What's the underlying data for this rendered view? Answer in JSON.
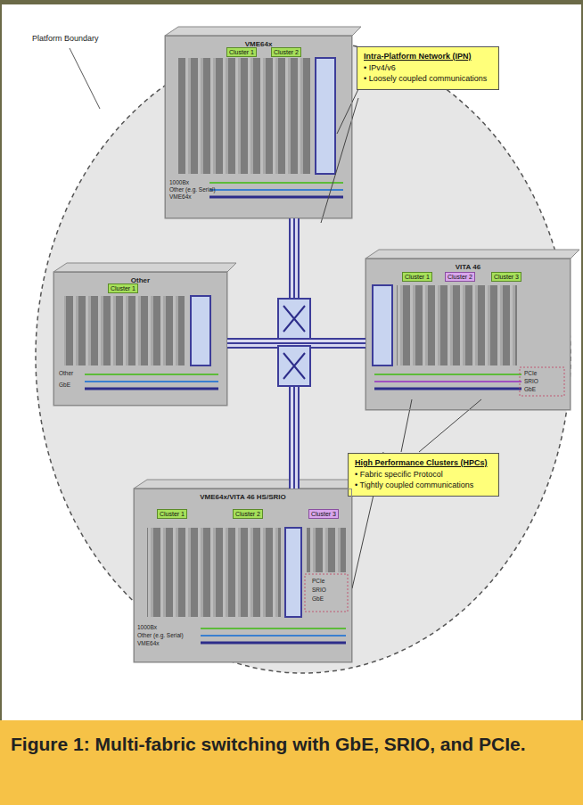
{
  "diagram": {
    "caption": "Figure 1: Multi-fabric switching with GbE, SRIO, and PCIe.",
    "nodes": [
      {
        "text": [
          "VME64x"
        ]
      },
      {
        "text": [
          "Cluster 1"
        ],
        "in": 0
      },
      {
        "text": [
          "Cluster 2"
        ],
        "in": 0
      },
      {
        "text": [
          "Intra-Platform Network (IPN)",
          "• IPv4/v6",
          "• Loosely coupled communications"
        ]
      },
      {
        "text": [
          "Other"
        ]
      },
      {
        "text": [
          "Cluster 1"
        ],
        "in": 4
      },
      {
        "text": [
          "VITA 46"
        ]
      },
      {
        "text": [
          "Cluster 1"
        ],
        "in": 6
      },
      {
        "text": [
          "Cluster 2"
        ],
        "in": 6
      },
      {
        "text": [
          "Cluster 3"
        ],
        "in": 6
      },
      {
        "text": [
          "High Performance Clusters (HPCs)",
          "• Fabric specific Protocol",
          "• Tightly coupled communications"
        ]
      },
      {
        "text": [
          "VME64x/VITA 46 HS/SRIO"
        ]
      },
      {
        "text": [
          "Cluster 1"
        ],
        "in": 11
      },
      {
        "text": [
          "Cluster 2"
        ],
        "in": 11
      },
      {
        "text": [
          "Cluster 3"
        ],
        "in": 11
      }
    ],
    "edges": [
      {
        "from": 0,
        "to": 11,
        "arrow": "none"
      },
      {
        "from": 4,
        "to": 6,
        "arrow": "none"
      }
    ],
    "labels": [
      "Platform Boundary",
      "1000Bx",
      "Other (e.g. Serial)",
      "VME64x",
      "Other",
      "GbE",
      "PCIe",
      "SRIO",
      "GbE",
      "1000Bx",
      "Other (e.g. Serial)",
      "VME64x",
      "PCIe",
      "SRIO",
      "GbE"
    ]
  }
}
